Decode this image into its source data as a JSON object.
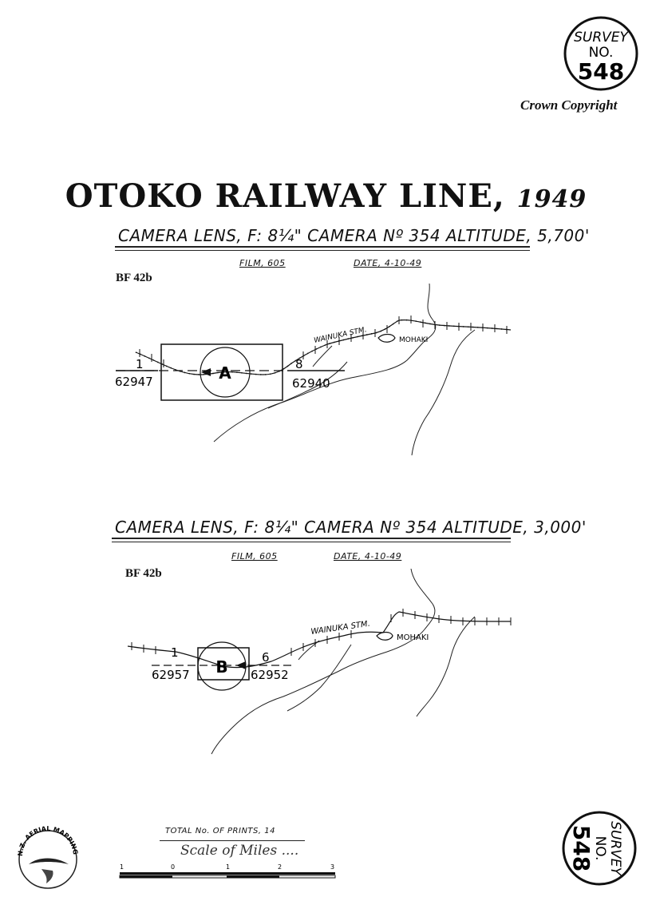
{
  "survey_badge": {
    "line1": "SURVEY",
    "line2": "NO.",
    "number": "548"
  },
  "copyright": "Crown Copyright",
  "title": {
    "main": "OTOKO RAILWAY LINE",
    "year": "1949"
  },
  "flight_1": {
    "camera_line": "CAMERA LENS, F: 8¼\"   CAMERA Nº 354   ALTITUDE, 5,700'",
    "film": "FILM, 605",
    "date": "DATE, 4-10-49",
    "code": "BF 42b",
    "box_label": "A",
    "run_start": "1",
    "run_end": "8",
    "print_start": "62947",
    "print_end": "62940",
    "stream_label": "WAINUKA STM.",
    "town_label": "MOHAKI"
  },
  "flight_2": {
    "camera_line": "CAMERA LENS, F: 8¼\" CAMERA Nº 354 ALTITUDE, 3,000'",
    "film": "FILM, 605",
    "date": "DATE, 4-10-49",
    "code": "BF 42b",
    "box_label": "B",
    "run_start": "1",
    "run_end": "6",
    "print_start": "62957",
    "print_end": "62952",
    "stream_label": "WAINUKA STM.",
    "town_label": "MOHAKI"
  },
  "footer": {
    "total_prints": "TOTAL No. OF PRINTS, 14",
    "scale_label": "Scale of Miles ....",
    "scale_ticks": [
      "1",
      "0",
      "1",
      "2",
      "3"
    ]
  },
  "logo": {
    "text": "N.Z. AERIAL MAPPING LTD."
  }
}
